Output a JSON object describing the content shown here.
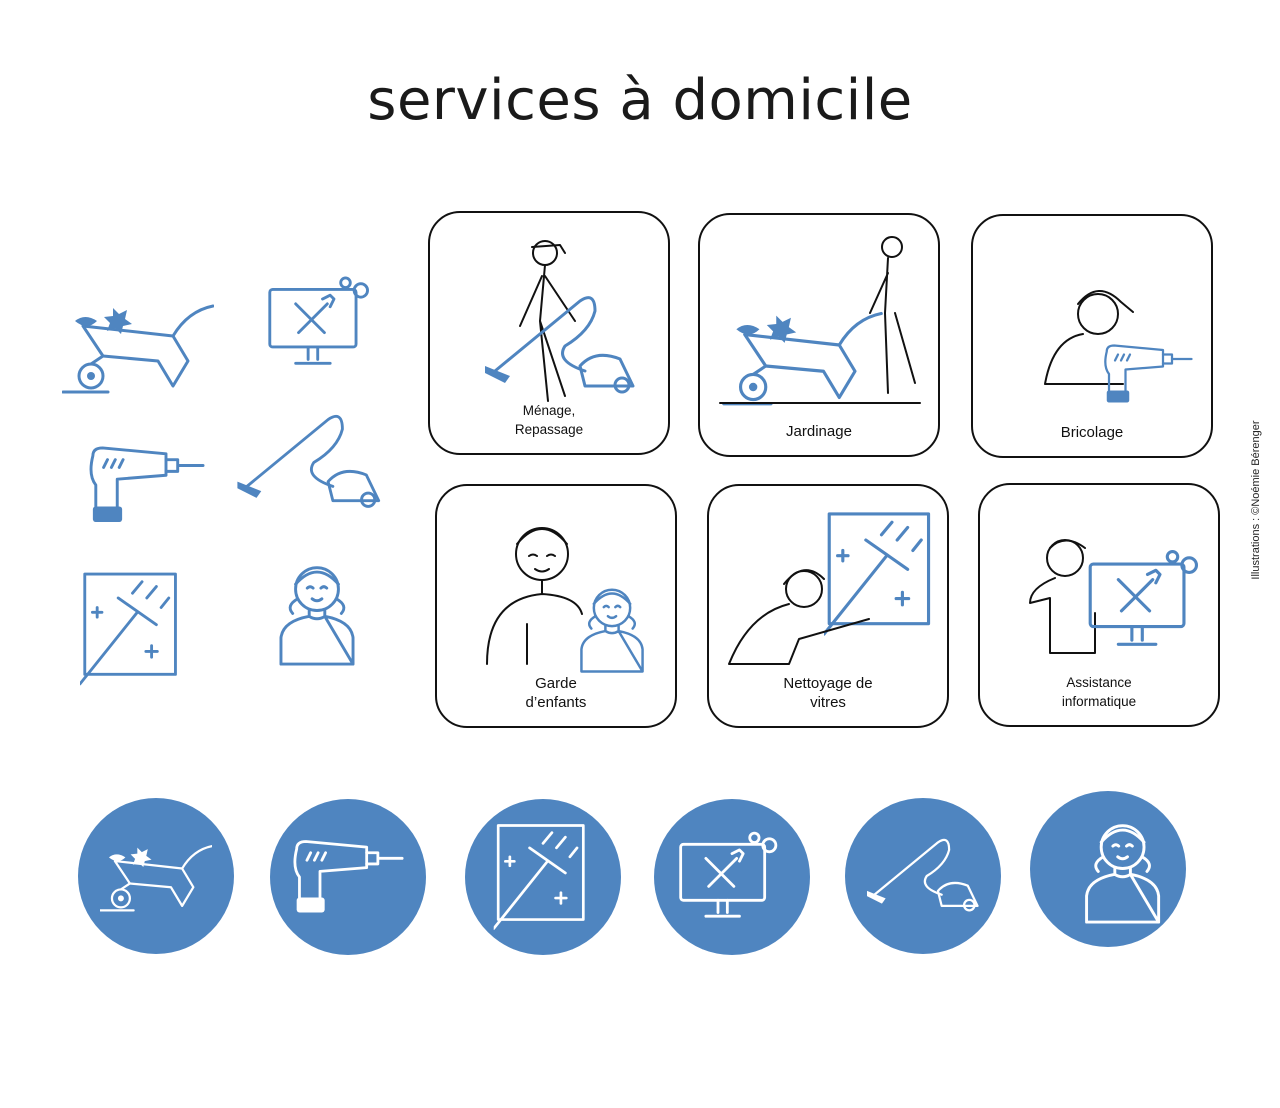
{
  "title": "services à domicile",
  "credit": "Illustrations : ©Noémie Bérenger",
  "accent_color": "#4f85c0",
  "cards": [
    {
      "label": "Ménage,\nRepassage",
      "icon": "vacuum"
    },
    {
      "label": "Jardinage",
      "icon": "wheelbarrow"
    },
    {
      "label": "Bricolage",
      "icon": "drill"
    },
    {
      "label": "Garde\nd’enfants",
      "icon": "child"
    },
    {
      "label": "Nettoyage de\nvitres",
      "icon": "window"
    },
    {
      "label": "Assistance\ninformatique",
      "icon": "monitor"
    }
  ]
}
